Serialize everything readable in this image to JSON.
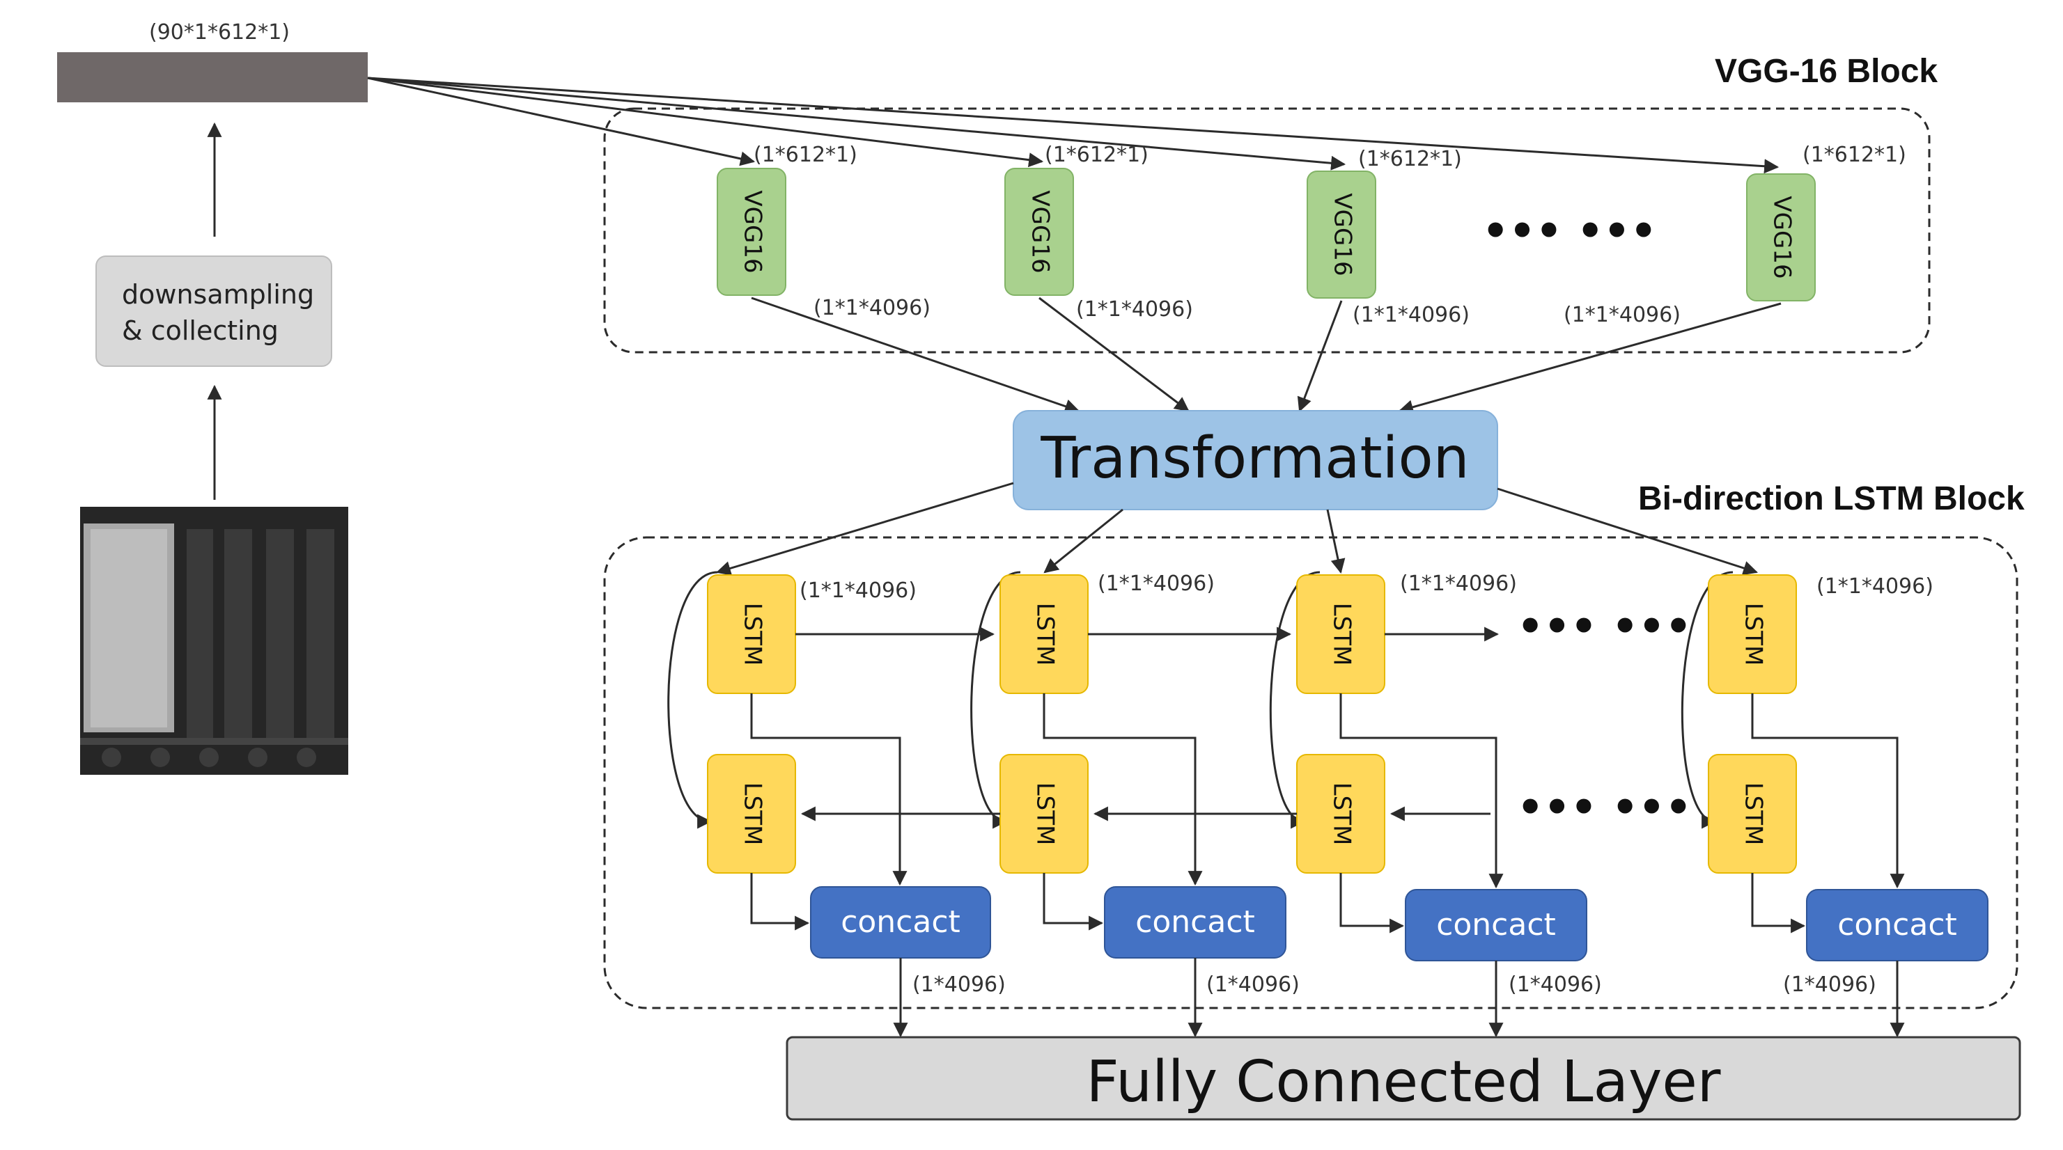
{
  "vgg_block": {
    "title": "VGG-16 Block",
    "input_dim": "(90*1*612*1)",
    "node_label": "VGG16",
    "node_input_dim": "(1*612*1)",
    "node_output_dim": "(1*1*4096)",
    "ellipsis": "••• •••"
  },
  "preprocess": {
    "label_line1": "downsampling",
    "label_line2": "& collecting"
  },
  "transformation": {
    "label": "Transformation"
  },
  "lstm_block": {
    "title": "Bi-direction LSTM Block",
    "node_label": "LSTM",
    "input_dim": "(1*1*4096)",
    "concat_label": "concact",
    "concat_output_dim": "(1*4096)",
    "ellipsis": "••• •••"
  },
  "fc_layer": {
    "label": "Fully Connected Layer"
  },
  "colors": {
    "vgg_fill": "#a9d18e",
    "lstm_fill": "#ffd85b",
    "concat_fill": "#4472c4",
    "transformation_fill": "#9dc3e6",
    "box_gray": "#d9d9d9",
    "input_bar": "#6f6868"
  }
}
